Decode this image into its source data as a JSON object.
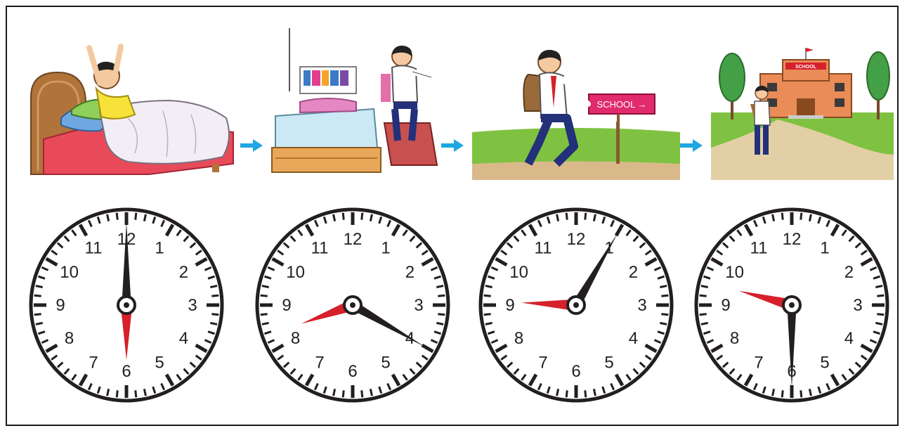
{
  "scenes": [
    {
      "name": "wake-up",
      "description_icon": "boy-stretching-in-bed"
    },
    {
      "name": "get-dressed",
      "description_icon": "boy-dressing-by-bed"
    },
    {
      "name": "walk-to-school",
      "description_icon": "boy-walking-with-backpack",
      "sign_text": "SCHOOL →"
    },
    {
      "name": "arrive-school",
      "description_icon": "boy-at-school-building",
      "building_text": "SCHOOL"
    }
  ],
  "colors": {
    "arrow": "#1ea7e1",
    "hour_hand": "#d6202b",
    "minute_hand": "#231f20",
    "clock_face": "#ffffff",
    "clock_border": "#231f20",
    "sign": "#e22b6b",
    "grass": "#7fc241"
  },
  "clock_numerals": [
    "12",
    "1",
    "2",
    "3",
    "4",
    "5",
    "6",
    "7",
    "8",
    "9",
    "10",
    "11"
  ],
  "clocks": [
    {
      "hour": 6,
      "minute": 0
    },
    {
      "hour": 8,
      "minute": 20
    },
    {
      "hour": 9,
      "minute": 5
    },
    {
      "hour": 9,
      "minute": 30
    }
  ]
}
